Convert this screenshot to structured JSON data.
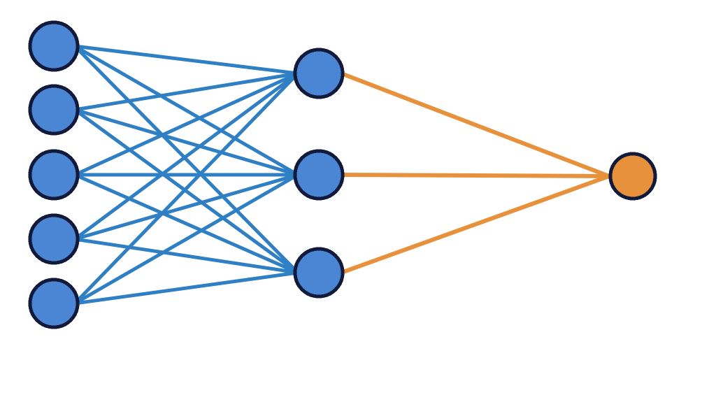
{
  "diagram": {
    "type": "feedforward-neural-network",
    "layers": [
      {
        "name": "input",
        "node_count": 5,
        "color": "#4a86d4"
      },
      {
        "name": "hidden",
        "node_count": 3,
        "color": "#4a86d4"
      },
      {
        "name": "output",
        "node_count": 1,
        "color": "#e8913c"
      }
    ],
    "connectivity": "fully-connected",
    "colors": {
      "input_to_hidden_edge": "#2f7fc4",
      "hidden_to_output_edge": "#e8913c",
      "node_outline": "#111a3a",
      "background": "#ffffff"
    }
  }
}
